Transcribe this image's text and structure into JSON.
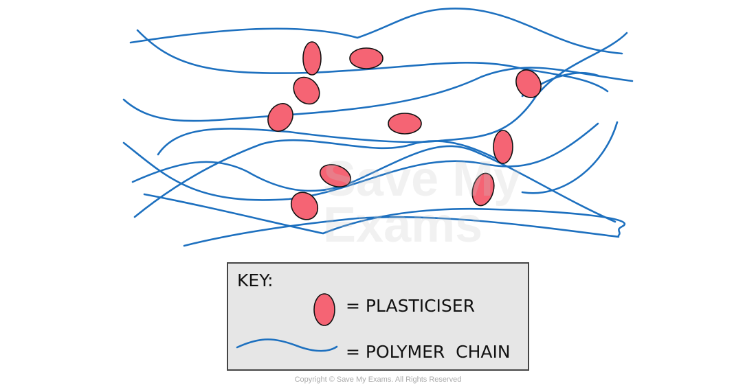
{
  "colors": {
    "polymer_chain": "#1d70bf",
    "plasticiser": "#f56474",
    "key_background": "#e6e6e6",
    "key_border": "#444444"
  },
  "watermark": "Save My Exams",
  "key": {
    "title": "KEY:",
    "plasticiser_label": "= PLASTICISER",
    "polymer_label": "= POLYMER  CHAIN"
  },
  "copyright": "Copyright © Save My Exams. All Rights Reserved"
}
